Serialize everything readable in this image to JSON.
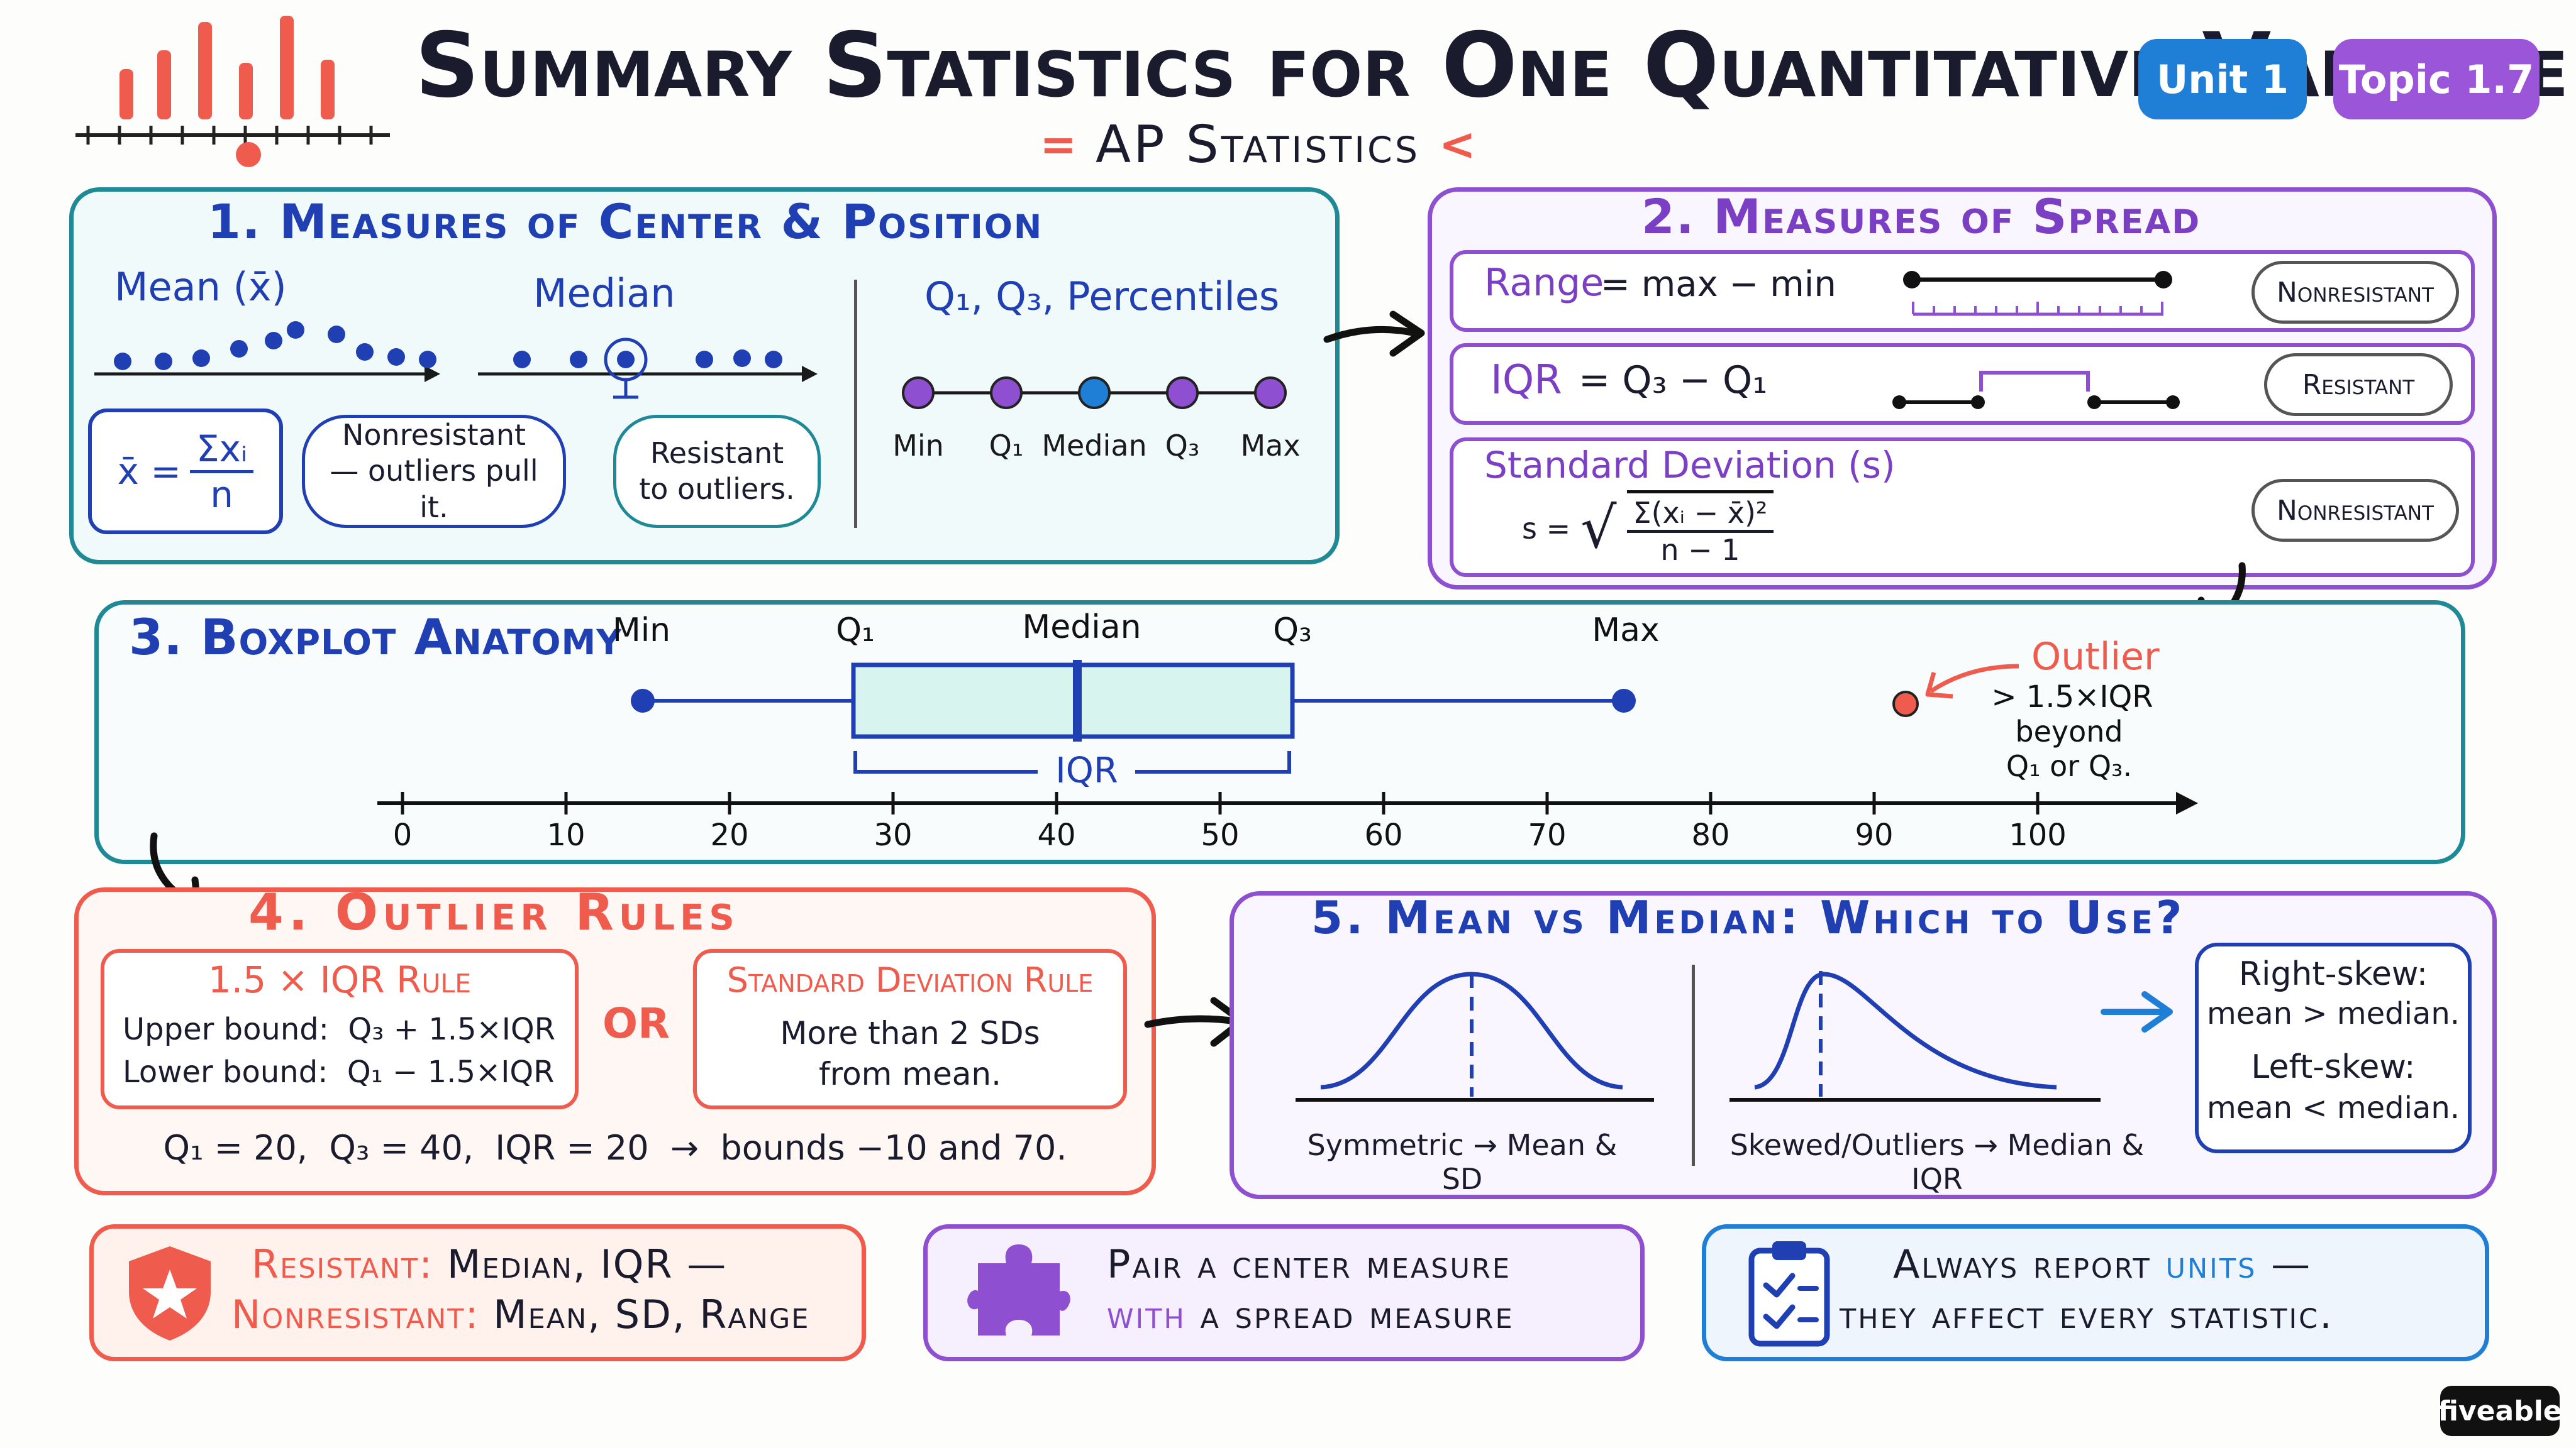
{
  "header": {
    "title": "Summary Statistics for One Quantitative Variable",
    "subtitle": "AP Statistics",
    "unit_label": "Unit 1",
    "topic_label": "Topic 1.7"
  },
  "colors": {
    "teal": "#1f8a96",
    "purple": "#8e4fd1",
    "red": "#ef5b4c",
    "blue": "#1f3fb3",
    "unit_blue": "#1f7fd6",
    "topic_purple": "#9b55d9"
  },
  "center": {
    "title": "1. Measures of Center & Position",
    "mean_label": "Mean (x̄)",
    "median_label": "Median",
    "formula_lhs": "x̄ =",
    "formula_num": "Σxᵢ",
    "formula_den": "n",
    "nonresistant_note": "Nonresistant — outliers pull it.",
    "resistant_note": "Resistant to outliers.",
    "position_label": "Q₁, Q₃, Percentiles",
    "position_ticks": [
      "Min",
      "Q₁",
      "Median",
      "Q₃",
      "Max"
    ]
  },
  "spread": {
    "title": "2. Measures of Spread",
    "range_name": "Range",
    "range_formula": "= max − min",
    "range_badge": "Nonresistant",
    "iqr_name": "IQR",
    "iqr_formula": "= Q₃ − Q₁",
    "iqr_badge": "Resistant",
    "sd_name": "Standard Deviation (s)",
    "sd_lhs": "s =",
    "sd_num": "Σ(xᵢ − x̄)²",
    "sd_den": "n − 1",
    "sd_badge": "Nonresistant"
  },
  "boxplot": {
    "title": "3. Boxplot Anatomy",
    "labels": {
      "min": "Min",
      "q1": "Q₁",
      "median": "Median",
      "q3": "Q₃",
      "max": "Max"
    },
    "iqr_label": "IQR",
    "outlier_label": "Outlier",
    "outlier_note_1": "> 1.5×IQR",
    "outlier_note_2": "beyond",
    "outlier_note_3": "Q₁ or Q₃.",
    "axis_ticks": [
      "0",
      "10",
      "20",
      "30",
      "40",
      "50",
      "60",
      "70",
      "80",
      "90",
      "100"
    ]
  },
  "outliers": {
    "title": "4. Outlier Rules",
    "iqr_rule_title": "1.5 × IQR Rule",
    "upper_bound": "Upper bound:  Q₃ + 1.5×IQR",
    "lower_bound": "Lower bound:  Q₁ − 1.5×IQR",
    "or_label": "OR",
    "sd_rule_title": "Standard Deviation Rule",
    "sd_rule_text_1": "More than 2 SDs",
    "sd_rule_text_2": "from mean.",
    "example": "Q₁ = 20,  Q₃ = 40,  IQR = 20  →  bounds −10 and 70."
  },
  "mean_vs_median": {
    "title": "5. Mean vs Median: Which to Use?",
    "symmetric_caption": "Symmetric → Mean & SD",
    "skewed_caption": "Skewed/Outliers → Median & IQR",
    "right_skew_1": "Right-skew:",
    "right_skew_2": "mean > median.",
    "left_skew_1": "Left-skew:",
    "left_skew_2": "mean < median."
  },
  "banners": {
    "resistant_label": "Resistant:",
    "resistant_items": "Median, IQR —",
    "nonresistant_label": "Nonresistant:",
    "nonresistant_items": "Mean, SD, Range",
    "pair_line1": "Pair a center measure",
    "pair_with": "with",
    "pair_line2": "a spread measure",
    "units_line1_a": "Always report",
    "units_line1_b": "units",
    "units_line1_c": "—",
    "units_line2": "they affect every statistic."
  },
  "brand": "fiveable"
}
